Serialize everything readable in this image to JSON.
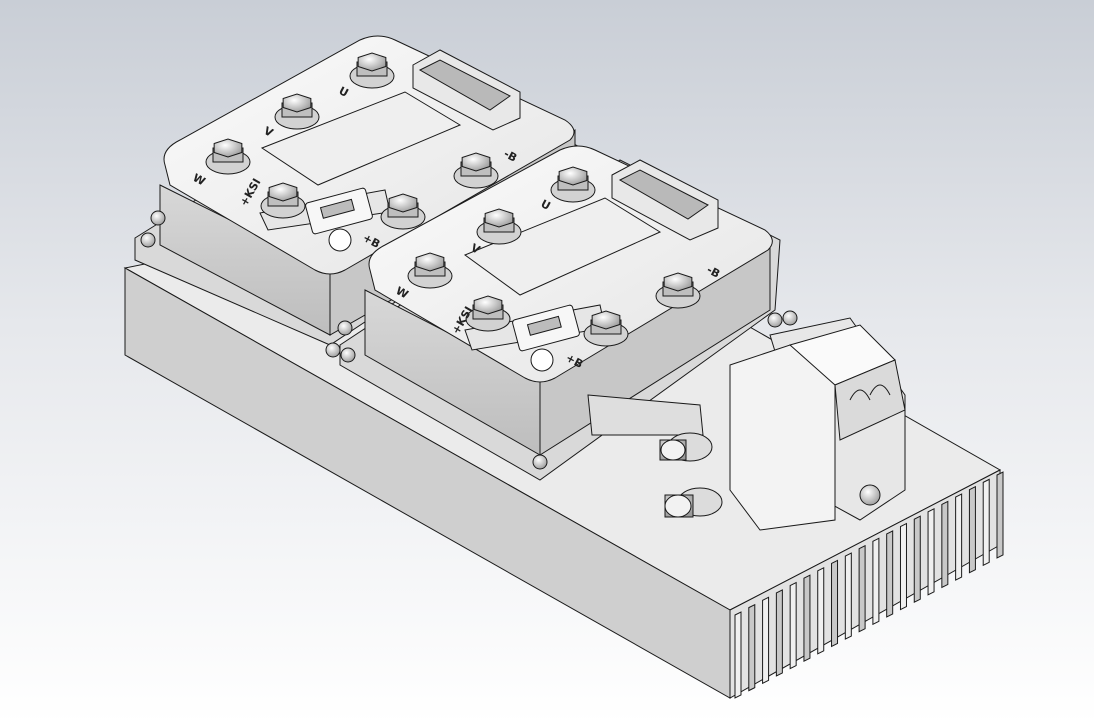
{
  "colors": {
    "background_top": "#c9ced6",
    "background_bottom": "#ffffff",
    "body": "#f2f2f2",
    "shade": "#cfcfcf",
    "outline": "#1a1a1a"
  },
  "controllers": [
    {
      "labels": {
        "w": "W",
        "v": "V",
        "u": "U",
        "b_minus": "-B",
        "b_plus": "+B",
        "key": "+KSI"
      }
    },
    {
      "labels": {
        "w": "W",
        "v": "V",
        "u": "U",
        "b_minus": "-B",
        "b_plus": "+B",
        "key": "+KSI"
      }
    }
  ]
}
